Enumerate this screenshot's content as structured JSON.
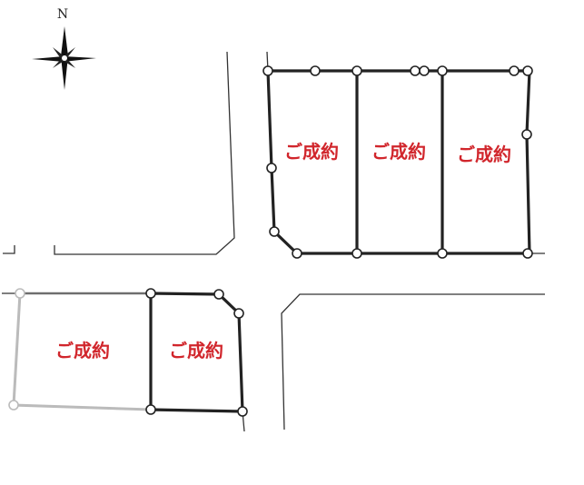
{
  "compass": {
    "label": "N"
  },
  "lots": [
    {
      "id": "lot-top-1",
      "status": "ご成約"
    },
    {
      "id": "lot-top-2",
      "status": "ご成約"
    },
    {
      "id": "lot-top-3",
      "status": "ご成約"
    },
    {
      "id": "lot-bottom-1",
      "status": "ご成約"
    },
    {
      "id": "lot-bottom-2",
      "status": "ご成約"
    }
  ],
  "colors": {
    "label": "#d1262c",
    "boundary": "#222222",
    "faded_boundary": "#bbbbbb"
  }
}
